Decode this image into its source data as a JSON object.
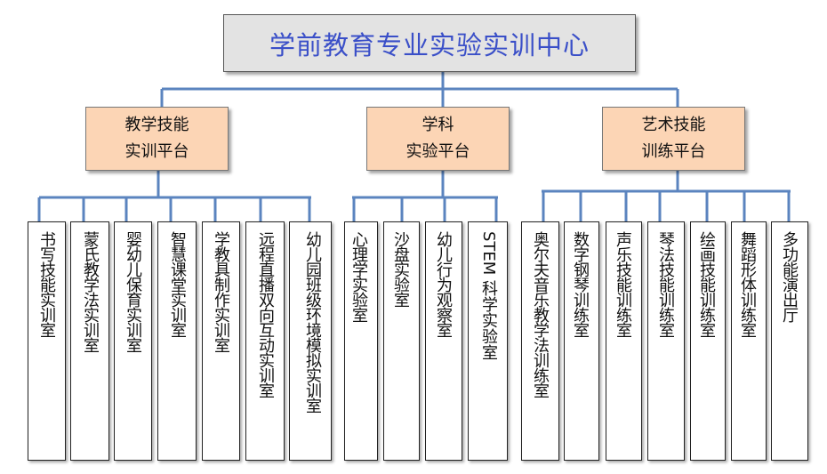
{
  "title": "学前教育专业实验实训中心",
  "colors": {
    "connector": "#5b84bf",
    "platform_fill": "#fcd5b5",
    "root_fill": "#e3e3e3",
    "root_text": "#3a4fc8"
  },
  "platforms": [
    {
      "label": "教学技能\n实训平台",
      "rooms": [
        "书写技能实训室",
        "蒙氏教学法实训室",
        "婴幼儿保育实训室",
        "智慧课堂实训室",
        "学教具制作实训室",
        "远程直播双向互动实训室",
        "幼儿园班级环境模拟实训室"
      ]
    },
    {
      "label": "学科\n实验平台",
      "rooms": [
        "心理学实验室",
        "沙盘实验室",
        "幼儿行为观察室",
        "STEM 科学实验室"
      ]
    },
    {
      "label": "艺术技能\n训练平台",
      "rooms": [
        "奥尔夫音乐教学法训练室",
        "数字钢琴训练室",
        "声乐技能训练室",
        "琴法技能训练室",
        "绘画技能训练室",
        "舞蹈形体训练室",
        "多功能演出厅"
      ]
    }
  ]
}
